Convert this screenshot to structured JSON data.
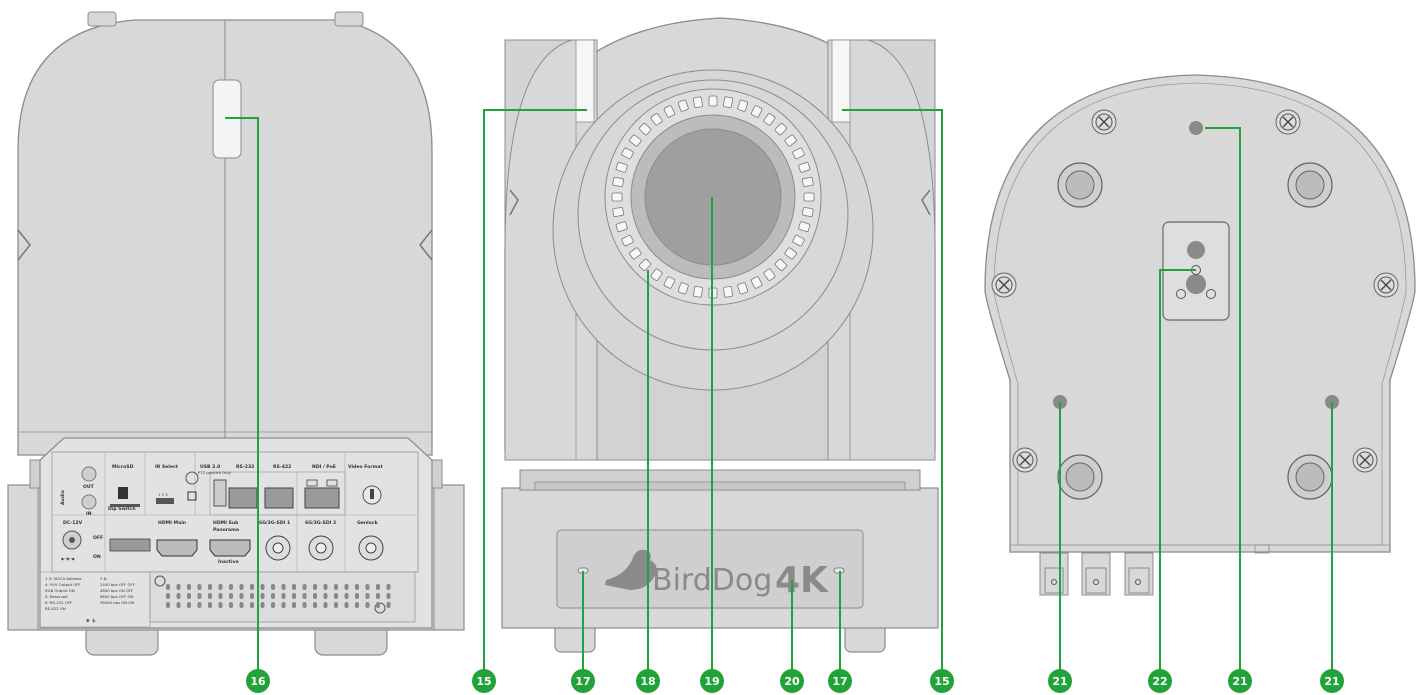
{
  "colors": {
    "body": "#d8d8d8",
    "body_dark": "#c9c9c9",
    "outline": "#8c8c8c",
    "callout": "#21a339",
    "leader": "#21a339"
  },
  "callouts": [
    {
      "id": "c16",
      "label": "16"
    },
    {
      "id": "c15a",
      "label": "15"
    },
    {
      "id": "c17a",
      "label": "17"
    },
    {
      "id": "c18",
      "label": "18"
    },
    {
      "id": "c19",
      "label": "19"
    },
    {
      "id": "c20",
      "label": "20"
    },
    {
      "id": "c17b",
      "label": "17"
    },
    {
      "id": "c15b",
      "label": "15"
    },
    {
      "id": "c21a",
      "label": "21"
    },
    {
      "id": "c22",
      "label": "22"
    },
    {
      "id": "c21b",
      "label": "21"
    },
    {
      "id": "c21c",
      "label": "21"
    }
  ],
  "rear_panel": {
    "audio": "Audio",
    "out": "OUT",
    "in": "IN",
    "microsd": "MicroSD",
    "ir_select": "IR Select",
    "ir_nums": "1  2  3",
    "usb": "USB 2.0",
    "usb_sub": "PTZ Joystick Only",
    "rs232": "RS-232",
    "rs422": "RS-422",
    "ndi_poe": "NDI / PoE",
    "video_format": "Video Format",
    "dc12v": "DC-12V",
    "dip_switch": "Dip Switch",
    "off": "OFF",
    "on": "ON",
    "hdmi_main": "HDMI Main",
    "hdmi_sub": "HDMI Sub",
    "panorama": "Panorama",
    "inactive": "Inactive",
    "sdi1": "6G/3G-SDI 1",
    "sdi2": "6G/3G-SDI 2",
    "genlock": "Genlock",
    "dip_table": [
      "1-3: VISCA Address",
      "4: YUV Output   OFF",
      "   RGB Output   ON",
      "5: Reserved",
      "6: RS-232       OFF",
      "   RS-422       ON"
    ],
    "baud_table": [
      "7-8:",
      "2400  bps  OFF  OFF",
      "4800  bps  ON   OFF",
      "9600  bps  OFF  ON",
      "38400 bps  ON   ON"
    ]
  },
  "front": {
    "brand": "BirdDog",
    "brand_suffix": "4K"
  }
}
